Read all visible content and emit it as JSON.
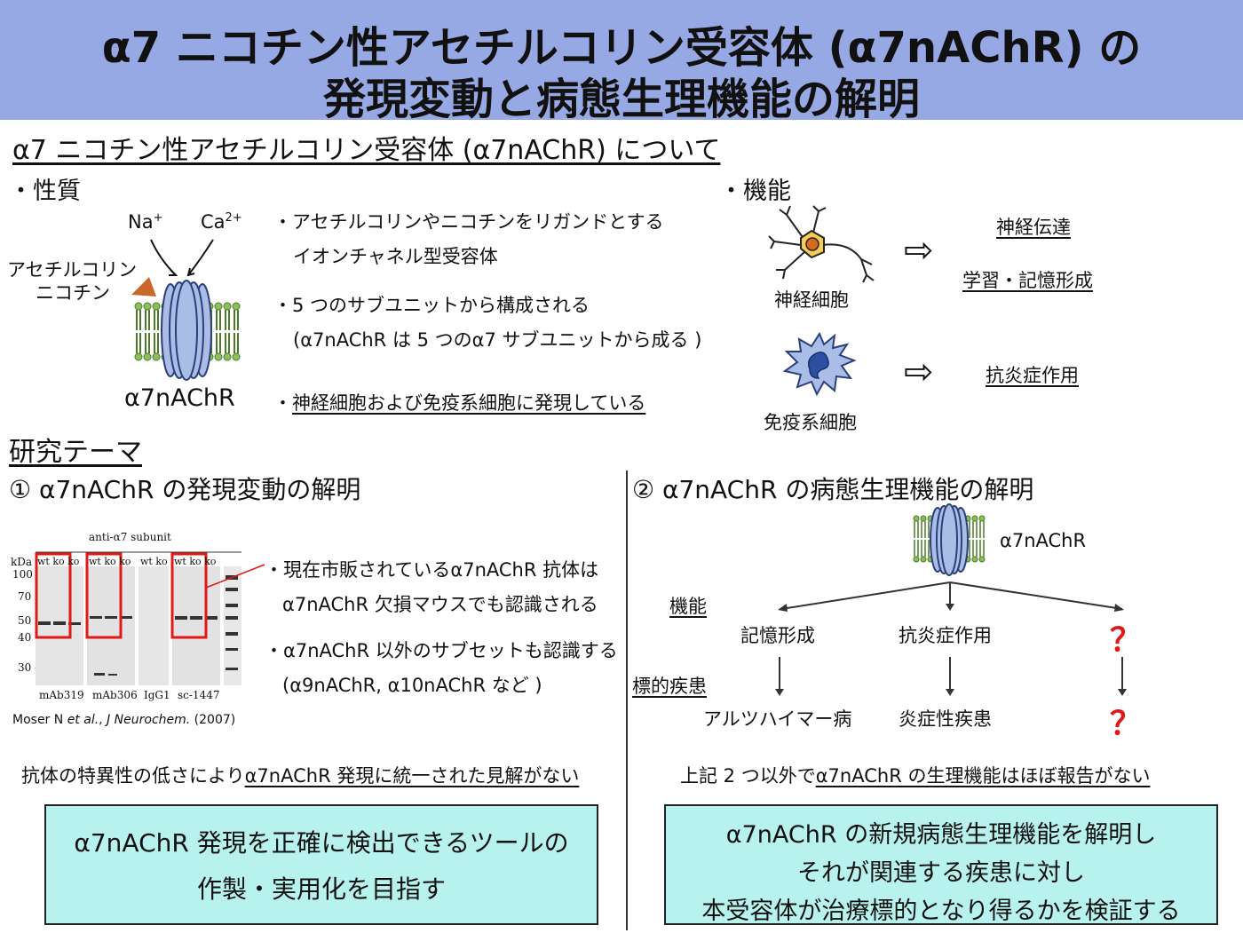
{
  "header": {
    "title_line1": "α7 ニコチン性アセチルコリン受容体 (α7nAChR) の",
    "title_line2": "発現変動と病態生理機能の解明"
  },
  "about": {
    "heading": "α7 ニコチン性アセチルコリン受容体 (α7nAChR) について",
    "properties_label": "・性質",
    "function_label": "・機能",
    "ion_na": "Na",
    "ion_na_sup": "+",
    "ion_ca": "Ca",
    "ion_ca_sup": "2+",
    "ligand_line1": "アセチルコリン",
    "ligand_line2": "ニコチン",
    "receptor_label": "α7nAChR",
    "bullet1_line1": "・アセチルコリンやニコチンをリガンドとする",
    "bullet1_line2": "イオンチャネル型受容体",
    "bullet2_line1": "・5 つのサブユニットから構成される",
    "bullet2_line2": "(α7nAChR は 5 つのα7 サブユニットから成る )",
    "bullet3_prefix": "・",
    "bullet3_text": "神経細胞および免疫系細胞に発現している",
    "neuron_label": "神経細胞",
    "immune_label": "免疫系細胞",
    "neuro_func1": "神経伝達",
    "neuro_func2": "学習・記憶形成",
    "immune_func": "抗炎症作用",
    "arrow_glyph": "⇨"
  },
  "research": {
    "heading": "研究テーマ",
    "theme1": {
      "title": "① α7nAChR の発現変動の解明",
      "blot_title": "anti-α7 subunit",
      "kda_label": "kDa",
      "markers": [
        "100 -",
        "70 -",
        "50 -",
        "40 -",
        "30 -"
      ],
      "lane_labels": [
        "wt ko ko",
        "wt ko ko",
        "wt ko",
        "wt ko ko"
      ],
      "antibodies": [
        "mAb319",
        "mAb306",
        "IgG1",
        "sc-1447"
      ],
      "citation_author": "Moser N ",
      "citation_etal": "et al.",
      "citation_journal": "J Neurochem.",
      "citation_sep": ", ",
      "citation_year": " (2007)",
      "bullet1_line1": "・現在市販されているα7nAChR 抗体は",
      "bullet1_line2": "α7nAChR 欠損マウスでも認識される",
      "bullet2_line1": "・α7nAChR 以外のサブセットも認識する",
      "bullet2_line2": "(α9nAChR, α10nAChR など )",
      "conclusion_prefix": "抗体の特異性の低さにより",
      "conclusion_underlined": "α7nAChR 発現に統一された見解がない",
      "goal_line1": "α7nAChR 発現を正確に検出できるツールの",
      "goal_line2": "作製・実用化を目指す"
    },
    "theme2": {
      "title": "② α7nAChR の病態生理機能の解明",
      "receptor_label": "α7nAChR",
      "function_row_label": "機能",
      "disease_row_label": "標的疾患",
      "functions": [
        "記憶形成",
        "抗炎症作用",
        "？"
      ],
      "diseases": [
        "アルツハイマー病",
        "炎症性疾患",
        "？"
      ],
      "conclusion_prefix": "上記 2 つ以外で",
      "conclusion_underlined": "α7nAChR の生理機能はほぼ報告がない",
      "goal_line1": "α7nAChR の新規病態生理機能を解明し",
      "goal_line2": "それが関連する疾患に対し",
      "goal_line3": "本受容体が治療標的となり得るかを検証する"
    }
  }
}
